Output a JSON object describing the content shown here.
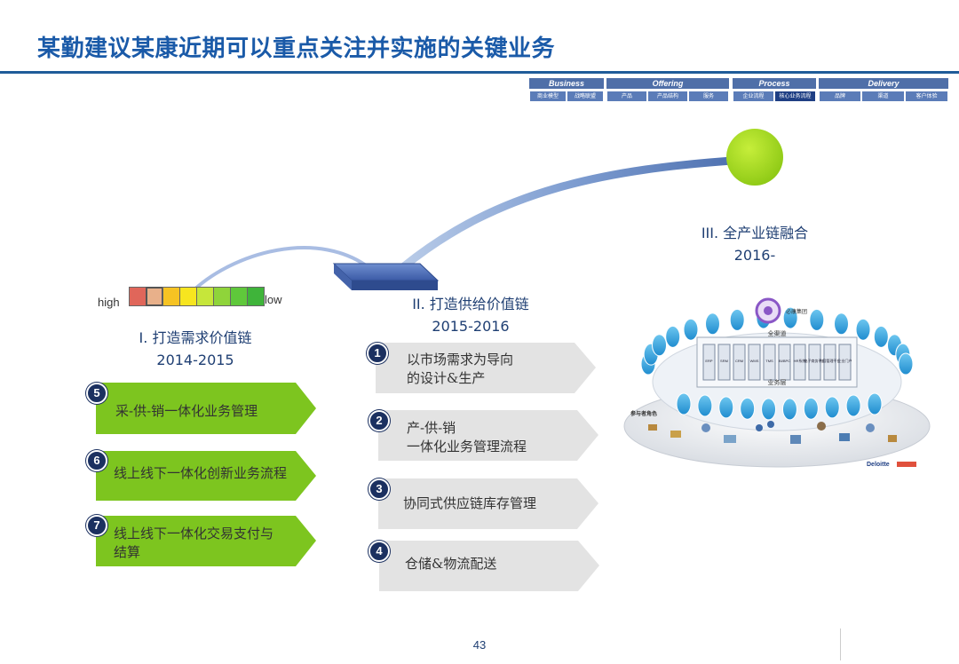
{
  "title": "某勤建议某康近期可以重点关注并实施的关键业务",
  "nav": {
    "groups": [
      {
        "label": "Business",
        "items": [
          "商业模型",
          "战略联盟"
        ]
      },
      {
        "label": "Offering",
        "items": [
          "产品",
          "产品结构",
          "服务"
        ]
      },
      {
        "label": "Process",
        "items": [
          "企业流程",
          "核心业务流程"
        ]
      },
      {
        "label": "Delivery",
        "items": [
          "品牌",
          "渠道",
          "客户体验"
        ]
      }
    ],
    "active_item": "核心业务流程"
  },
  "scale": {
    "high": "high",
    "low": "low",
    "colors": [
      "#e0665a",
      "#e8b08a",
      "#f6c323",
      "#f7e51f",
      "#c6e63a",
      "#8fd43a",
      "#5fc83b",
      "#3fb43a"
    ]
  },
  "stages": [
    {
      "label": "I. 打造需求价值链",
      "years": "2014-2015"
    },
    {
      "label": "II. 打造供给价值链",
      "years": "2015-2016"
    },
    {
      "label": "III. 全产业链融合",
      "years": "2016-"
    }
  ],
  "supply_items": [
    {
      "num": "1",
      "text_line1": "以市场需求为导向",
      "text_line2": "的设计&生产"
    },
    {
      "num": "2",
      "text_line1": "产-供-销",
      "text_line2": "一体化业务管理流程"
    },
    {
      "num": "3",
      "text_line1": "协同式供应链库存管理",
      "text_line2": ""
    },
    {
      "num": "4",
      "text_line1": "仓储&物流配送",
      "text_line2": ""
    }
  ],
  "demand_items": [
    {
      "num": "5",
      "text_line1": "采-供-销一体化业务管理",
      "text_line2": ""
    },
    {
      "num": "6",
      "text_line1": "线上线下一体化创新业务流程",
      "text_line2": ""
    },
    {
      "num": "7",
      "text_line1": "线上线下一体化交易支付与",
      "text_line2": "结算"
    }
  ],
  "ecosystem": {
    "top_label": "全渠道",
    "mid_label": "业务层",
    "side_label": "参与者角色",
    "brand_label": "必康集团",
    "logo_label": "Deloitte",
    "modules": [
      "ERP",
      "SRM",
      "CRM",
      "WMS",
      "TMS",
      "BI/BPC",
      "HR系统",
      "电子商务平台",
      "内容管理平台",
      "企业门户"
    ]
  },
  "page_number": "43",
  "colors": {
    "title": "#1a5aa8",
    "green_arrow": "#7dc51f",
    "gray_arrow": "#e3e3e3",
    "badge": "#1b3060",
    "ring_bubble": "#3aa7de",
    "ball": "#9ed51b"
  }
}
